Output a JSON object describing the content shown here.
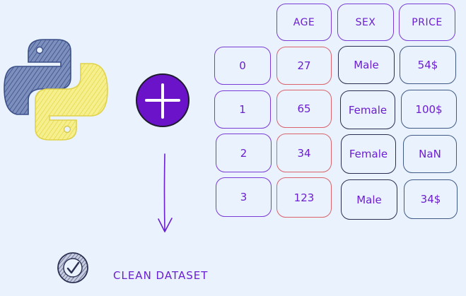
{
  "table": {
    "headers": [
      "AGE",
      "SEX",
      "PRICE"
    ],
    "rows": [
      {
        "index": "0",
        "age": "27",
        "sex": "Male",
        "price": "54$"
      },
      {
        "index": "1",
        "age": "65",
        "sex": "Female",
        "price": "100$"
      },
      {
        "index": "2",
        "age": "34",
        "sex": "Female",
        "price": "NaN"
      },
      {
        "index": "3",
        "age": "123",
        "sex": "Male",
        "price": "34$"
      }
    ]
  },
  "caption": "CLEAN DATASET",
  "icons": {
    "logo": "python-logo-icon",
    "plus": "plus-icon",
    "arrow": "arrow-down-icon",
    "check": "check-circle-icon"
  },
  "colors": {
    "accent": "#6a1fd0",
    "plus_fill": "#6a13c9",
    "python_blue": "#3f5f9a",
    "python_yellow": "#f2e666",
    "age_border": "#d9646c",
    "background": "#e9f2fd"
  }
}
